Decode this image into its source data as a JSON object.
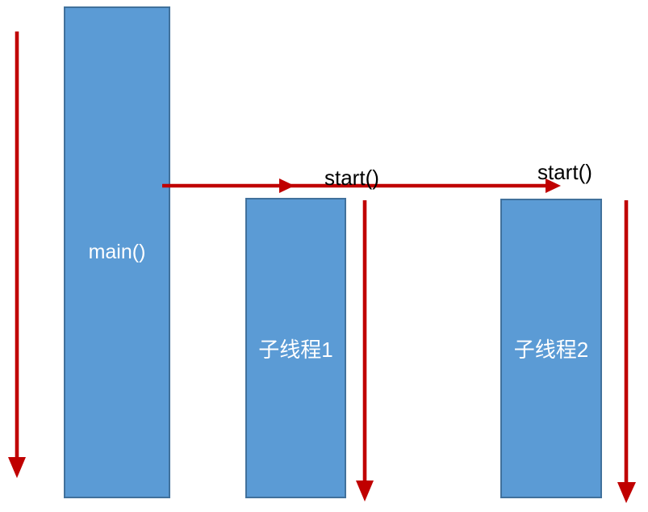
{
  "diagram": {
    "threads": [
      {
        "label": "main()"
      },
      {
        "label": "子线程1"
      },
      {
        "label": "子线程2"
      }
    ],
    "calls": [
      {
        "label": "start()"
      },
      {
        "label": "start()"
      }
    ]
  },
  "colors": {
    "background": "#FFFFFF",
    "shape_fill": "#5B9BD5",
    "shape_border": "#41719C",
    "arrow_red": "#C00000",
    "thread_label_text": "#FFFFFF",
    "call_label_text": "#000000"
  }
}
